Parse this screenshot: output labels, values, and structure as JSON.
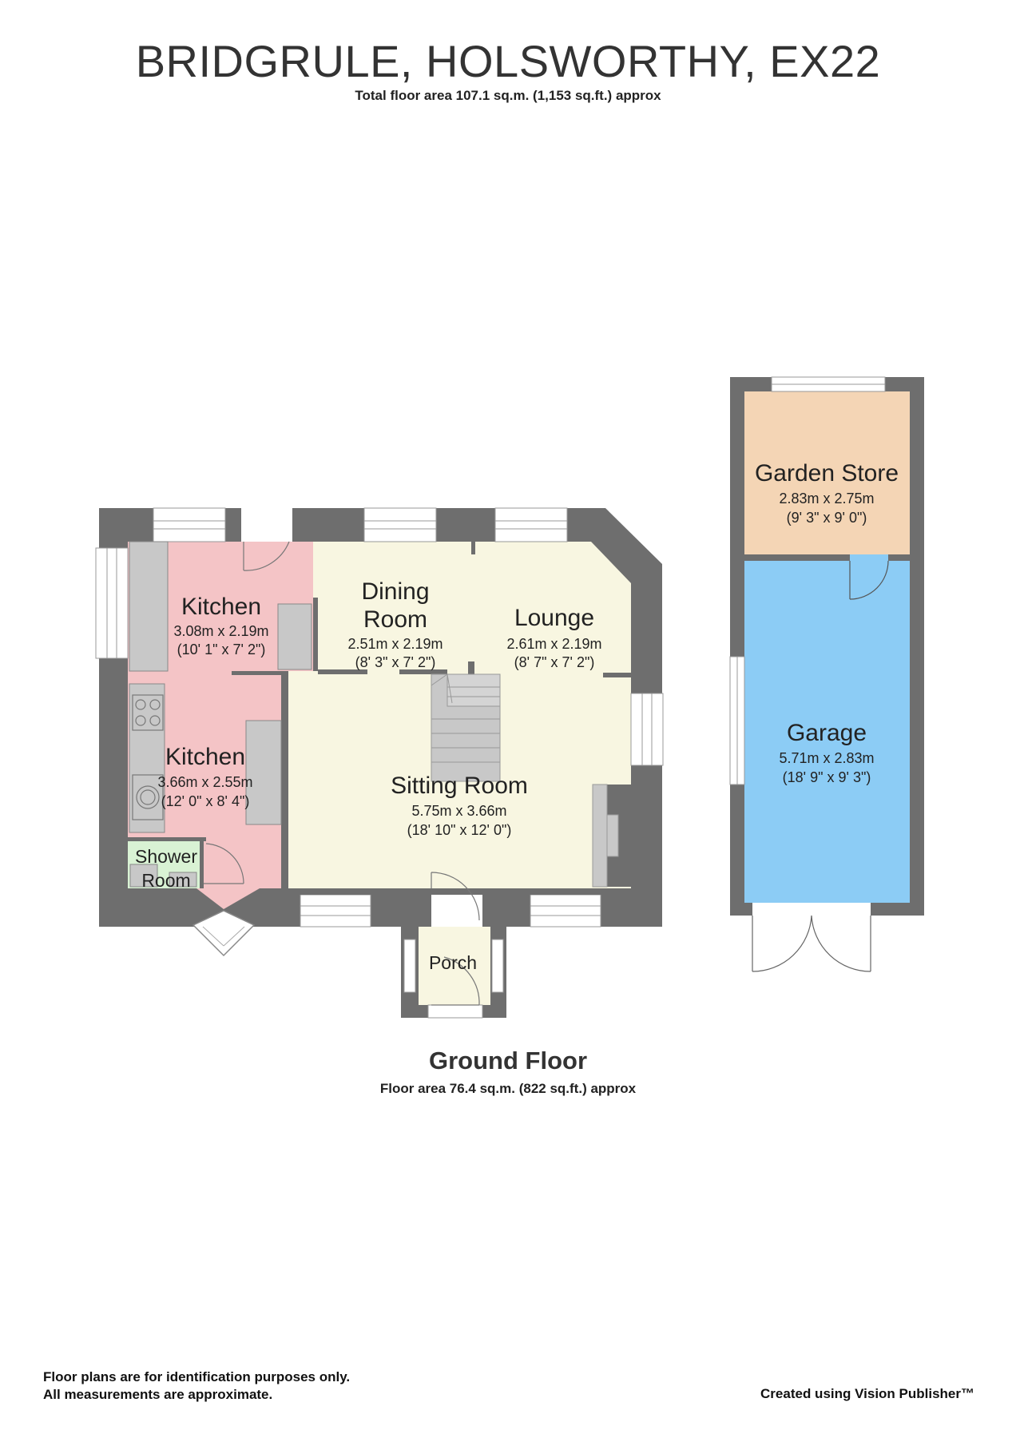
{
  "header": {
    "title": "BRIDGRULE, HOLSWORTHY, EX22",
    "total_area": "Total floor area 107.1 sq.m. (1,153 sq.ft.) approx"
  },
  "floor": {
    "name": "Ground Floor",
    "area": "Floor area 76.4 sq.m. (822 sq.ft.) approx"
  },
  "rooms": {
    "kitchen_upper": {
      "name": "Kitchen",
      "metric": "3.08m x 2.19m",
      "imperial": "(10' 1\" x 7' 2\")"
    },
    "dining": {
      "name_line1": "Dining",
      "name_line2": "Room",
      "metric": "2.51m x 2.19m",
      "imperial": "(8' 3\" x 7' 2\")"
    },
    "lounge": {
      "name": "Lounge",
      "metric": "2.61m x 2.19m",
      "imperial": "(8' 7\" x 7' 2\")"
    },
    "kitchen_lower": {
      "name": "Kitchen",
      "metric": "3.66m x 2.55m",
      "imperial": "(12' 0\" x 8' 4\")"
    },
    "sitting": {
      "name": "Sitting Room",
      "metric": "5.75m x 3.66m",
      "imperial": "(18' 10\" x 12' 0\")"
    },
    "shower": {
      "name_line1": "Shower",
      "name_line2": "Room"
    },
    "porch": {
      "name": "Porch"
    },
    "garden_store": {
      "name": "Garden Store",
      "metric": "2.83m x 2.75m",
      "imperial": "(9' 3\" x 9' 0\")"
    },
    "garage": {
      "name": "Garage",
      "metric": "5.71m x 2.83m",
      "imperial": "(18' 9\" x 9' 3\")"
    }
  },
  "footer": {
    "disclaimer_line1": "Floor plans are for identification purposes only.",
    "disclaimer_line2": "All measurements are approximate.",
    "credit": "Created using Vision Publisher™"
  },
  "colors": {
    "wall": "#6e6e6e",
    "kitchen": "#f4c4c6",
    "living": "#f8f6e1",
    "shower": "#d9f2d4",
    "garden_store": "#f4d5b5",
    "garage": "#8cccf5",
    "fitting": "#c8c8c8"
  }
}
